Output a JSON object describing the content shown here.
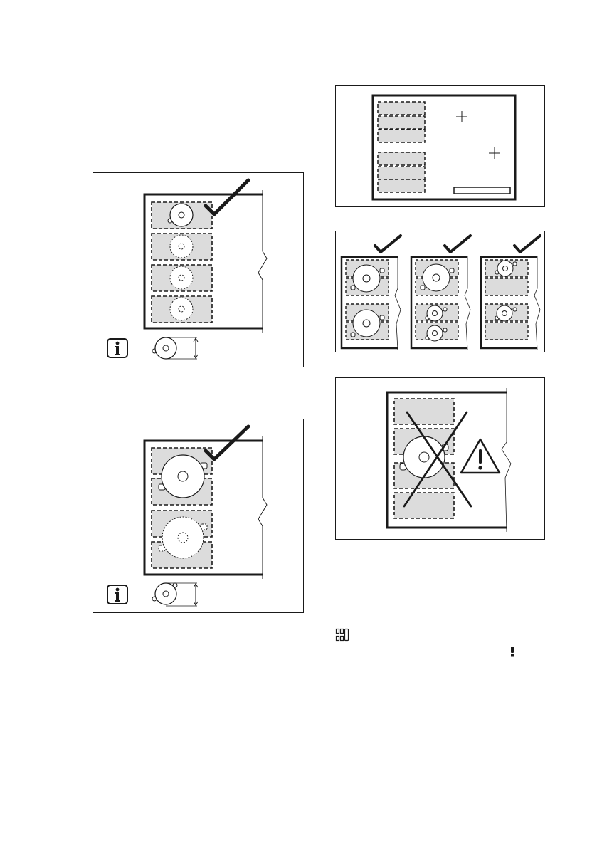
{
  "page": {
    "background": "#ffffff",
    "line_color": "#1a1a1a",
    "zone_fill": "#dcdcdc"
  },
  "figures": [
    {
      "id": "fig-single-zones-small-pots",
      "verdict": "check-icon",
      "badge": "info-icon"
    },
    {
      "id": "fig-bridge-large-pot",
      "verdict": "check-icon",
      "badge": "info-icon"
    },
    {
      "id": "fig-hob-layout-top-view",
      "verdict": "",
      "badge": ""
    },
    {
      "id": "fig-three-correct-placements",
      "verdict": "check-icon",
      "badge": ""
    },
    {
      "id": "fig-incorrect-placement",
      "verdict": "cross-icon",
      "badge": "warning-icon"
    }
  ],
  "icons": {
    "bridge_indicator": "zone-grid-icon",
    "exclamation": "exclamation-icon"
  }
}
